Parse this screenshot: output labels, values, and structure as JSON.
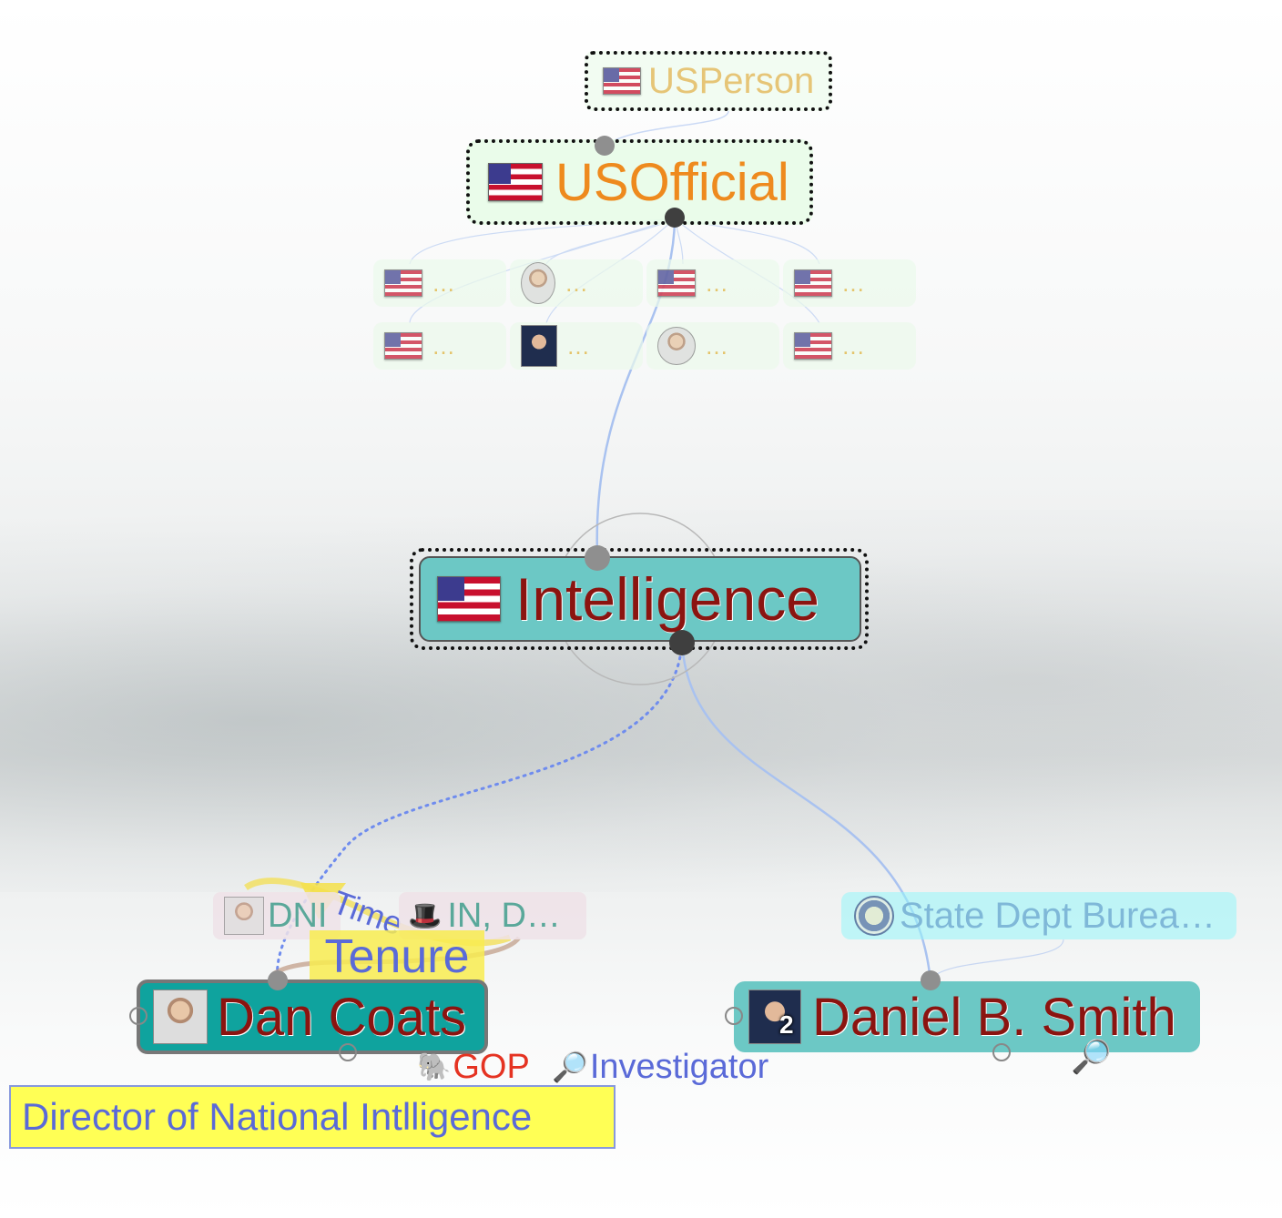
{
  "nodes": {
    "usperson": {
      "label": "USPerson"
    },
    "usofficial": {
      "label": "USOfficial"
    },
    "intelligence": {
      "label": "Intelligence"
    },
    "dan_coats": {
      "label": "Dan Coats"
    },
    "daniel_smith": {
      "label": "Daniel B. Smith",
      "badge": "2"
    }
  },
  "collapsed_children": [
    {
      "icon": "flag-icon",
      "label": "…"
    },
    {
      "icon": "portrait-icon",
      "label": "…"
    },
    {
      "icon": "flag-icon",
      "label": "…"
    },
    {
      "icon": "flag-icon",
      "label": "…"
    },
    {
      "icon": "flag-icon",
      "label": "…"
    },
    {
      "icon": "portrait-icon",
      "label": "…"
    },
    {
      "icon": "portrait-icon",
      "label": "…"
    },
    {
      "icon": "flag-icon",
      "label": "…"
    }
  ],
  "tags": {
    "dni": "DNI",
    "time": "Time",
    "in_d": "IN, D…",
    "tenure": "Tenure",
    "gop": "GOP",
    "investigator": "Investigator",
    "state_dept": "State Dept Burea…",
    "note": "Director of National Intlligence"
  },
  "colors": {
    "node_teal": "#6cc8c5",
    "node_dark_teal": "#0fa39e",
    "label_red": "#8b1410",
    "official_orange": "#ee8a1e",
    "usperson_gold": "#e6c577",
    "edge_blue": "#a9c2f0",
    "dotted_blue": "#6f8cee",
    "note_yellow": "#ffff55",
    "tag_blue": "#5a6ad8",
    "gop_red": "#e53322"
  }
}
